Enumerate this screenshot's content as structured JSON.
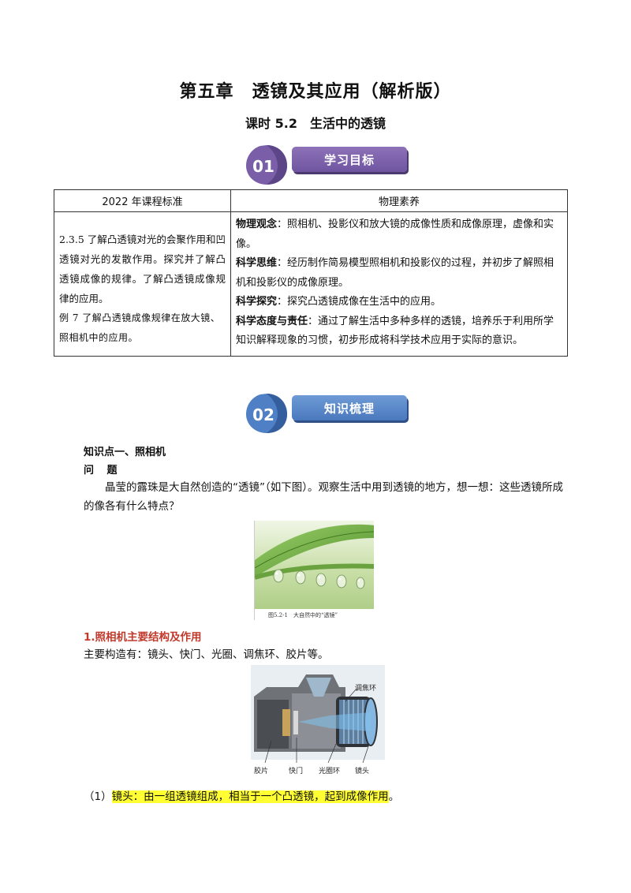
{
  "header": {
    "title": "第五章　透镜及其应用（解析版）",
    "subtitle": "课时 5.2　生活中的透镜"
  },
  "sections": [
    {
      "number": "01",
      "label": "学习目标",
      "color": "#7a5fa8"
    },
    {
      "number": "02",
      "label": "知识梳理",
      "color": "#4f7fc4"
    }
  ],
  "standards_table": {
    "headers": [
      "2022 年课程标准",
      "物理素养"
    ],
    "left_lines": [
      "2.3.5 了解凸透镜对光的会聚作用和凹透镜对光的发散作用。探究并了解凸透镜成像的规律。了解凸透镜成像规律的应用。",
      "例 7 了解凸透镜成像规律在放大镜、照相机中的应用。"
    ],
    "right_items": [
      {
        "term": "物理观念",
        "text": "：照相机、投影仪和放大镜的成像性质和成像原理，虚像和实像。"
      },
      {
        "term": "科学思维",
        "text": "：经历制作简易模型照相机和投影仪的过程，并初步了解照相机和投影仪的成像原理。"
      },
      {
        "term": "科学探究",
        "text": "：探究凸透镜成像在生活中的应用。"
      },
      {
        "term": "科学态度与责任",
        "text": "：通过了解生活中多种多样的透镜，培养乐于利用所学知识解释现象的习惯，初步形成将科学技术应用于实际的意识。"
      }
    ]
  },
  "knowledge": {
    "point_heading": "知识点一、照相机",
    "question_heading": "问 题",
    "question_text": "晶莹的露珠是大自然创造的“透镜”（如下图）。观察生活中用到透镜的地方，想一想：这些透镜所成的像各有什么特点？",
    "figure_caption": "图5.2-1　大自然中的“透镜”",
    "sub_heading": "1.照相机主要结构及作用",
    "structure_text": "主要构造有：镜头、快门、光圈、调焦环、胶片等。",
    "camera_labels": {
      "focus_ring": "调焦环",
      "film": "胶片",
      "shutter": "快门",
      "aperture": "光圈环",
      "lens": "镜头"
    },
    "item1_prefix": "（1）",
    "item1_highlight": "镜头：由一组透镜组成，相当于一个凸透镜，起到成像作用",
    "item1_suffix": "。"
  }
}
